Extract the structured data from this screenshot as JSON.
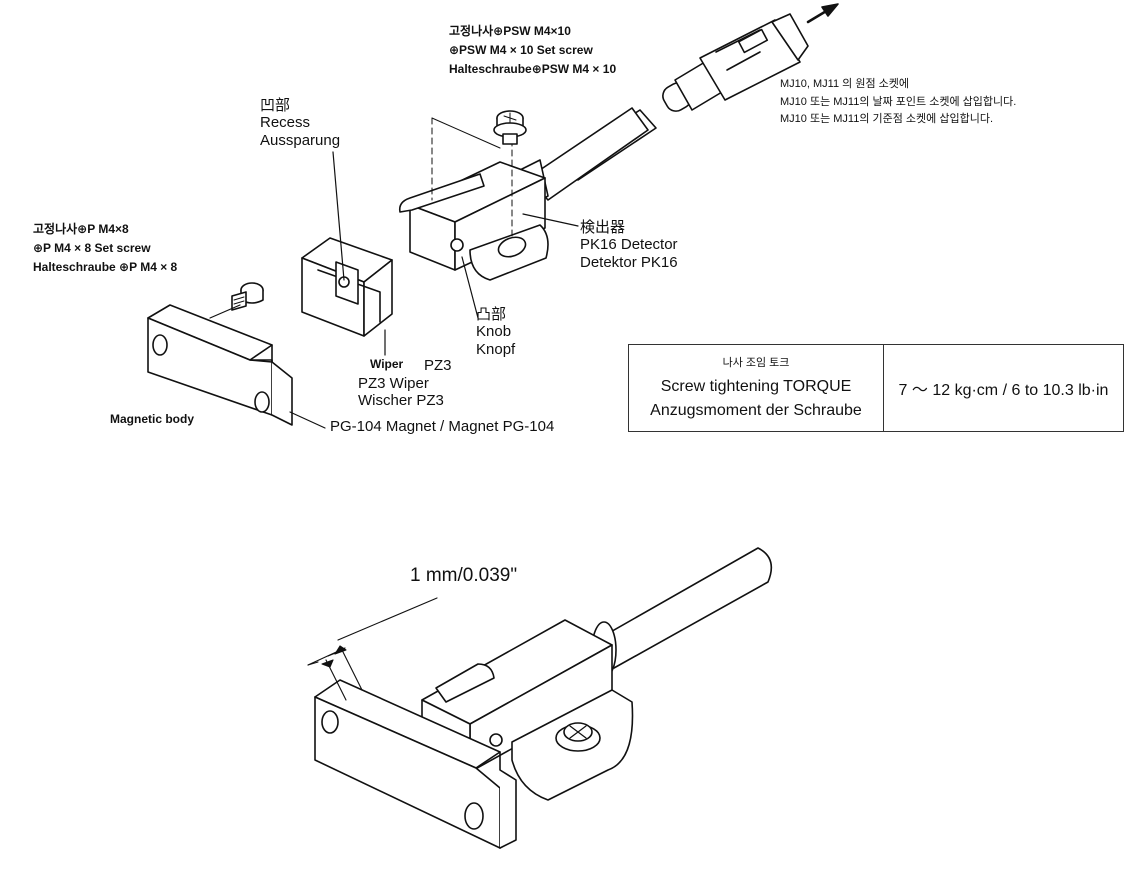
{
  "labels": {
    "screw_psw": [
      "고정나사⊕PSW M4×10",
      "⊕PSW M4 × 10 Set screw",
      "Halteschraube⊕PSW M4 × 10"
    ],
    "socket_note": [
      "MJ10, MJ11 의 원점 소켓에",
      "MJ10 또는 MJ11의 날짜 포인트 소켓에 삽입합니다.",
      "MJ10 또는 MJ11의 기준점 소켓에 삽입합니다."
    ],
    "recess": [
      "凹部",
      "Recess",
      "Aussparung"
    ],
    "detector": [
      "検出器",
      "PK16 Detector",
      "Detektor PK16"
    ],
    "screw_p": [
      "고정나사⊕P M4×8",
      "⊕P M4 × 8 Set screw",
      "Halteschraube ⊕P M4 × 8"
    ],
    "knob": [
      "凸部",
      "Knob",
      "Knopf"
    ],
    "wiper_small": "Wiper",
    "wiper_pz3": "PZ3",
    "wiper": [
      "PZ3 Wiper",
      "Wischer PZ3"
    ],
    "magnetic_body": "Magnetic body",
    "magnet": "PG-104 Magnet / Magnet PG-104",
    "gap": "1 mm/0.039\""
  },
  "torque": {
    "title_kr": "나사 조임 토크",
    "title_en": "Screw tightening TORQUE",
    "title_de": "Anzugsmoment der Schraube",
    "value": "7 ～ 12 kg·cm / 6 to 10.3 lb·in"
  }
}
